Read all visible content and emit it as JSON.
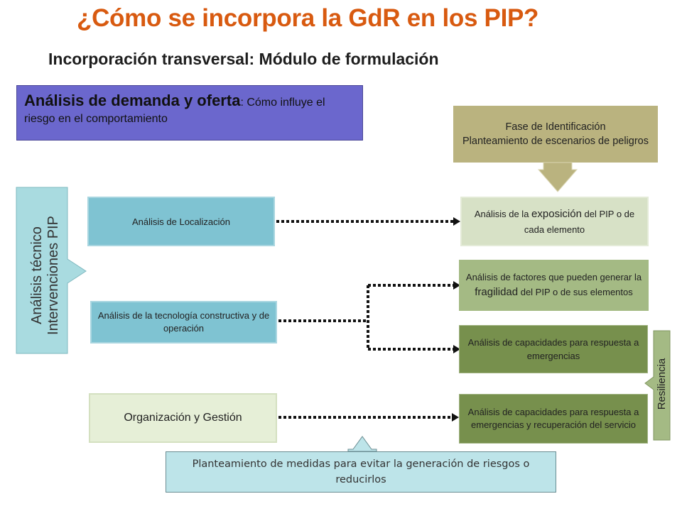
{
  "header": {
    "title": "¿Cómo se incorpora la GdR en los PIP?",
    "subtitle": "Incorporación transversal: Módulo de formulación"
  },
  "demanda": {
    "strong": "Análisis de demanda y oferta",
    "rest": ": Cómo influye el riesgo en el comportamiento"
  },
  "fase": {
    "line1": "Fase de Identificación",
    "line2": "Planteamiento de escenarios de peligros"
  },
  "side_label": {
    "line1": "Análisis técnico",
    "line2": "Intervenciones PIP"
  },
  "left_boxes": {
    "localizacion": "Análisis de Localización",
    "tecnologia": "Análisis de la tecnología constructiva y de operación",
    "organizacion": "Organización y Gestión"
  },
  "right_boxes": {
    "exposicion_pre": "Análisis de la ",
    "exposicion_em": "exposición",
    "exposicion_post": " del PIP o de cada elemento",
    "fragilidad_pre": "Análisis de factores que pueden generar la ",
    "fragilidad_em": "fragilidad",
    "fragilidad_post": " del PIP o de sus elementos",
    "capacidades": "Análisis de capacidades para respuesta a emergencias",
    "capacidades_rec": "Análisis de capacidades para respuesta a emergencias y recuperación del servicio"
  },
  "resiliencia": "Resiliencia",
  "medidas": "Planteamiento de medidas para evitar la generación de riesgos o reducirlos",
  "colors": {
    "title": "#d85a10",
    "purple": "#6b67cd",
    "tan": "#bab37f",
    "light_blue": "#7fc3d2",
    "pale_green": "#d7e1c6",
    "mid_green": "#a4ba84",
    "dark_green": "#77904d",
    "aqua": "#bde4e9"
  }
}
